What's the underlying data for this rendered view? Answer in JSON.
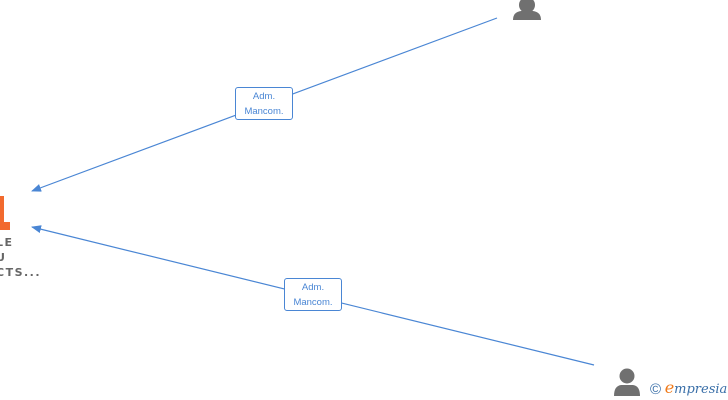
{
  "company": {
    "name_lines": [
      "LE",
      "U",
      "CTS..."
    ],
    "accent_color": "#f26a2e"
  },
  "edges": [
    {
      "label_line1": "Adm.",
      "label_line2": "Mancom."
    },
    {
      "label_line1": "Adm.",
      "label_line2": "Mancom."
    }
  ],
  "colors": {
    "edge": "#4a86d4",
    "person_icon": "#707070"
  },
  "watermark": {
    "copyright": "©",
    "brand_initial": "e",
    "brand_rest": "mpresia"
  }
}
